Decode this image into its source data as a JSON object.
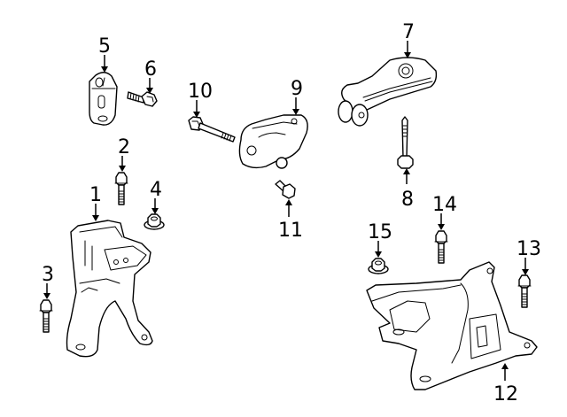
{
  "diagram": {
    "type": "exploded parts diagram",
    "callouts": [
      {
        "id": "1",
        "label": "1"
      },
      {
        "id": "2",
        "label": "2"
      },
      {
        "id": "3",
        "label": "3"
      },
      {
        "id": "4",
        "label": "4"
      },
      {
        "id": "5",
        "label": "5"
      },
      {
        "id": "6",
        "label": "6"
      },
      {
        "id": "7",
        "label": "7"
      },
      {
        "id": "8",
        "label": "8"
      },
      {
        "id": "9",
        "label": "9"
      },
      {
        "id": "10",
        "label": "10"
      },
      {
        "id": "11",
        "label": "11"
      },
      {
        "id": "12",
        "label": "12"
      },
      {
        "id": "13",
        "label": "13"
      },
      {
        "id": "14",
        "label": "14"
      },
      {
        "id": "15",
        "label": "15"
      }
    ],
    "colors": {
      "line": "#000000",
      "background": "#ffffff"
    }
  }
}
